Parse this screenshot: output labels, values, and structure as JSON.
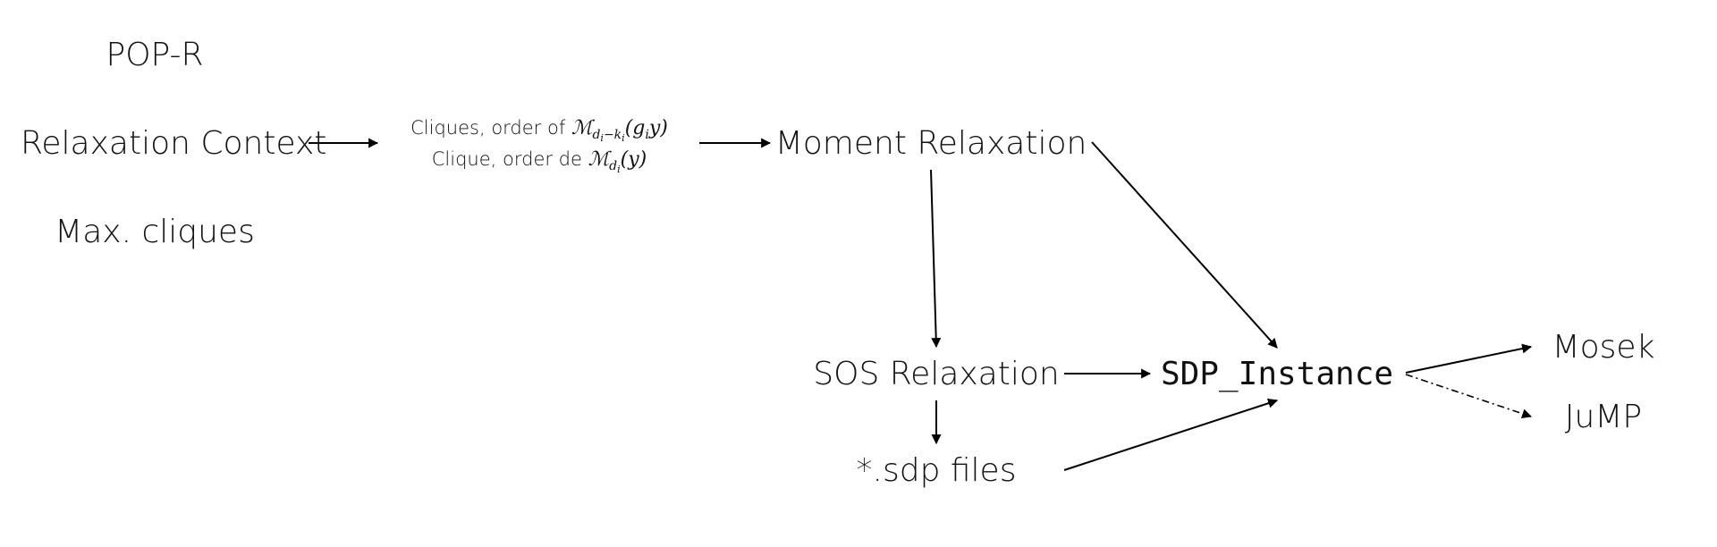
{
  "nodes": {
    "pop_r": "POP-R",
    "relaxation_context": "Relaxation Context",
    "max_cliques": "Max. cliques",
    "cliques_line1_text": "Cliques, order of ",
    "cliques_line2_text": "Clique, order de ",
    "moment_relaxation": "Moment Relaxation",
    "sos_relaxation": "SOS Relaxation",
    "sdp_instance": "SDP_Instance",
    "sdp_files": "*.sdp files",
    "mosek": "Mosek",
    "jump": "JuMP"
  },
  "math": {
    "moment_symbol": "ℳ",
    "line1_sub_main": "d",
    "line1_sub_i": "i",
    "line1_sub_minus": "−k",
    "line1_sub_k_i": "i",
    "line1_arg": "(g",
    "line1_arg_i": "i",
    "line1_arg_end": "y)",
    "line2_sub_main": "d",
    "line2_sub_i": "i",
    "line2_arg": "(y)"
  },
  "colors": {
    "text": "#111111",
    "arrow": "#000000"
  }
}
